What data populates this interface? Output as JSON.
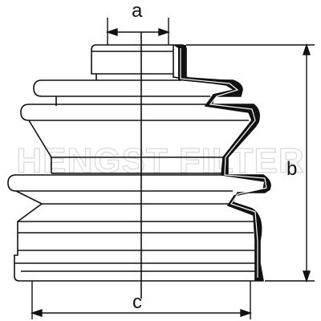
{
  "dimensions": {
    "a": "a",
    "b": "b",
    "c": "c"
  },
  "watermark": "HENGST FILTER",
  "colors": {
    "line": "#111111",
    "background": "#ffffff",
    "watermark": "#d8d8d8"
  }
}
